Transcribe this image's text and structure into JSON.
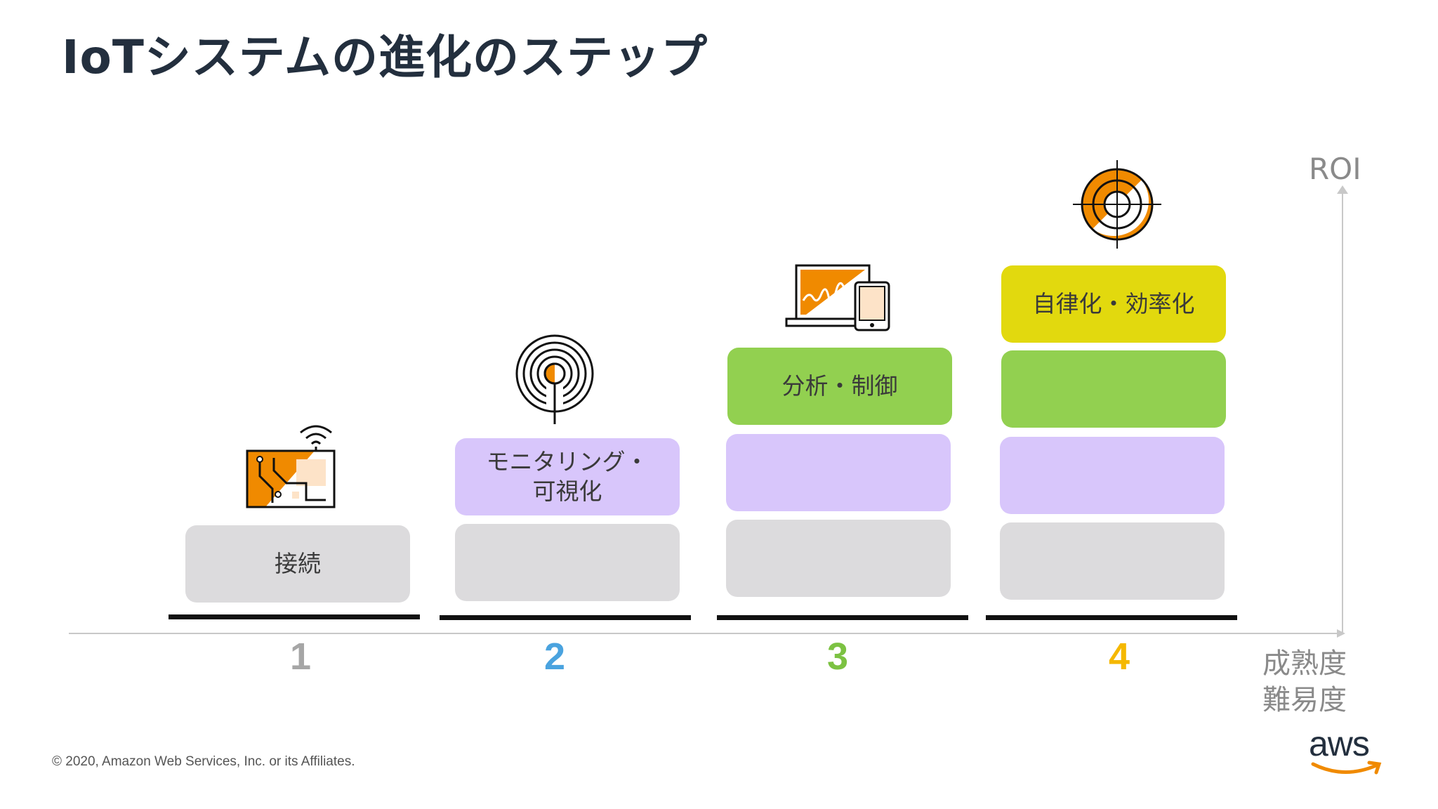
{
  "slide": {
    "title": "IoTシステムの進化のステップ",
    "footer": "© 2020, Amazon Web Services, Inc. or its Affiliates."
  },
  "steps": [
    {
      "number": "1",
      "number_color": "#a6a6a6",
      "label": "接続",
      "icon": "iot-device-wifi-icon"
    },
    {
      "number": "2",
      "number_color": "#4aa3df",
      "label": "モニタリング・\n可視化",
      "icon": "broadcast-antenna-icon"
    },
    {
      "number": "3",
      "number_color": "#7cc242",
      "label": "分析・制御",
      "icon": "laptop-tablet-chart-icon"
    },
    {
      "number": "4",
      "number_color": "#f5b800",
      "label": "自律化・効率化",
      "icon": "target-crosshair-icon"
    }
  ],
  "axes": {
    "y_label": "ROI",
    "x_label_line1": "成熟度",
    "x_label_line2": "難易度"
  },
  "colors": {
    "connect": "#dcdbdd",
    "monitor": "#d8c6fb",
    "analyze": "#92d050",
    "autonomy": "#e2d90e",
    "accent": "#f08a00"
  },
  "logo": {
    "text": "aws"
  }
}
